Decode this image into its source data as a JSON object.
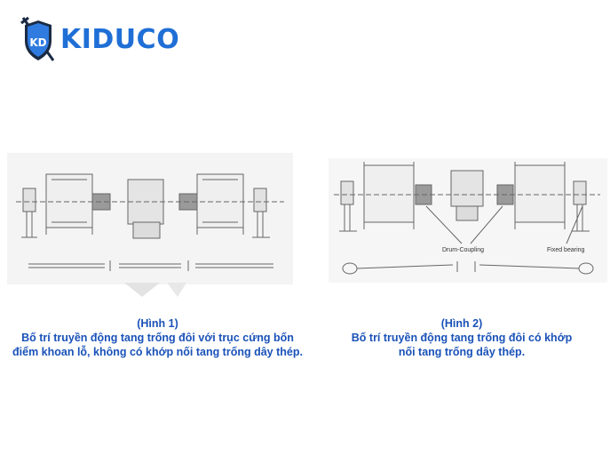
{
  "brand": {
    "name": "KIDUCO",
    "shield_letters": "KD",
    "color": "#1f6fd6"
  },
  "figure1": {
    "number": "(Hình 1)",
    "caption_line1": "Bố trí truyền động tang trống đôi với trục cứng bốn",
    "caption_line2": "điểm khoan lỗ, không có khớp nối tang trống dây thép."
  },
  "figure2": {
    "number": "(Hình 2)",
    "caption_line1": "Bố trí truyền động tang trống đôi có khớp",
    "caption_line2": "nối tang trống dây thép.",
    "label_drum_coupling": "Drum-Coupling",
    "label_fixed_bearing": "Fixed bearing"
  },
  "colors": {
    "caption": "#1a52b8",
    "drawing": "#555555",
    "shade": "#e6e6e6"
  }
}
